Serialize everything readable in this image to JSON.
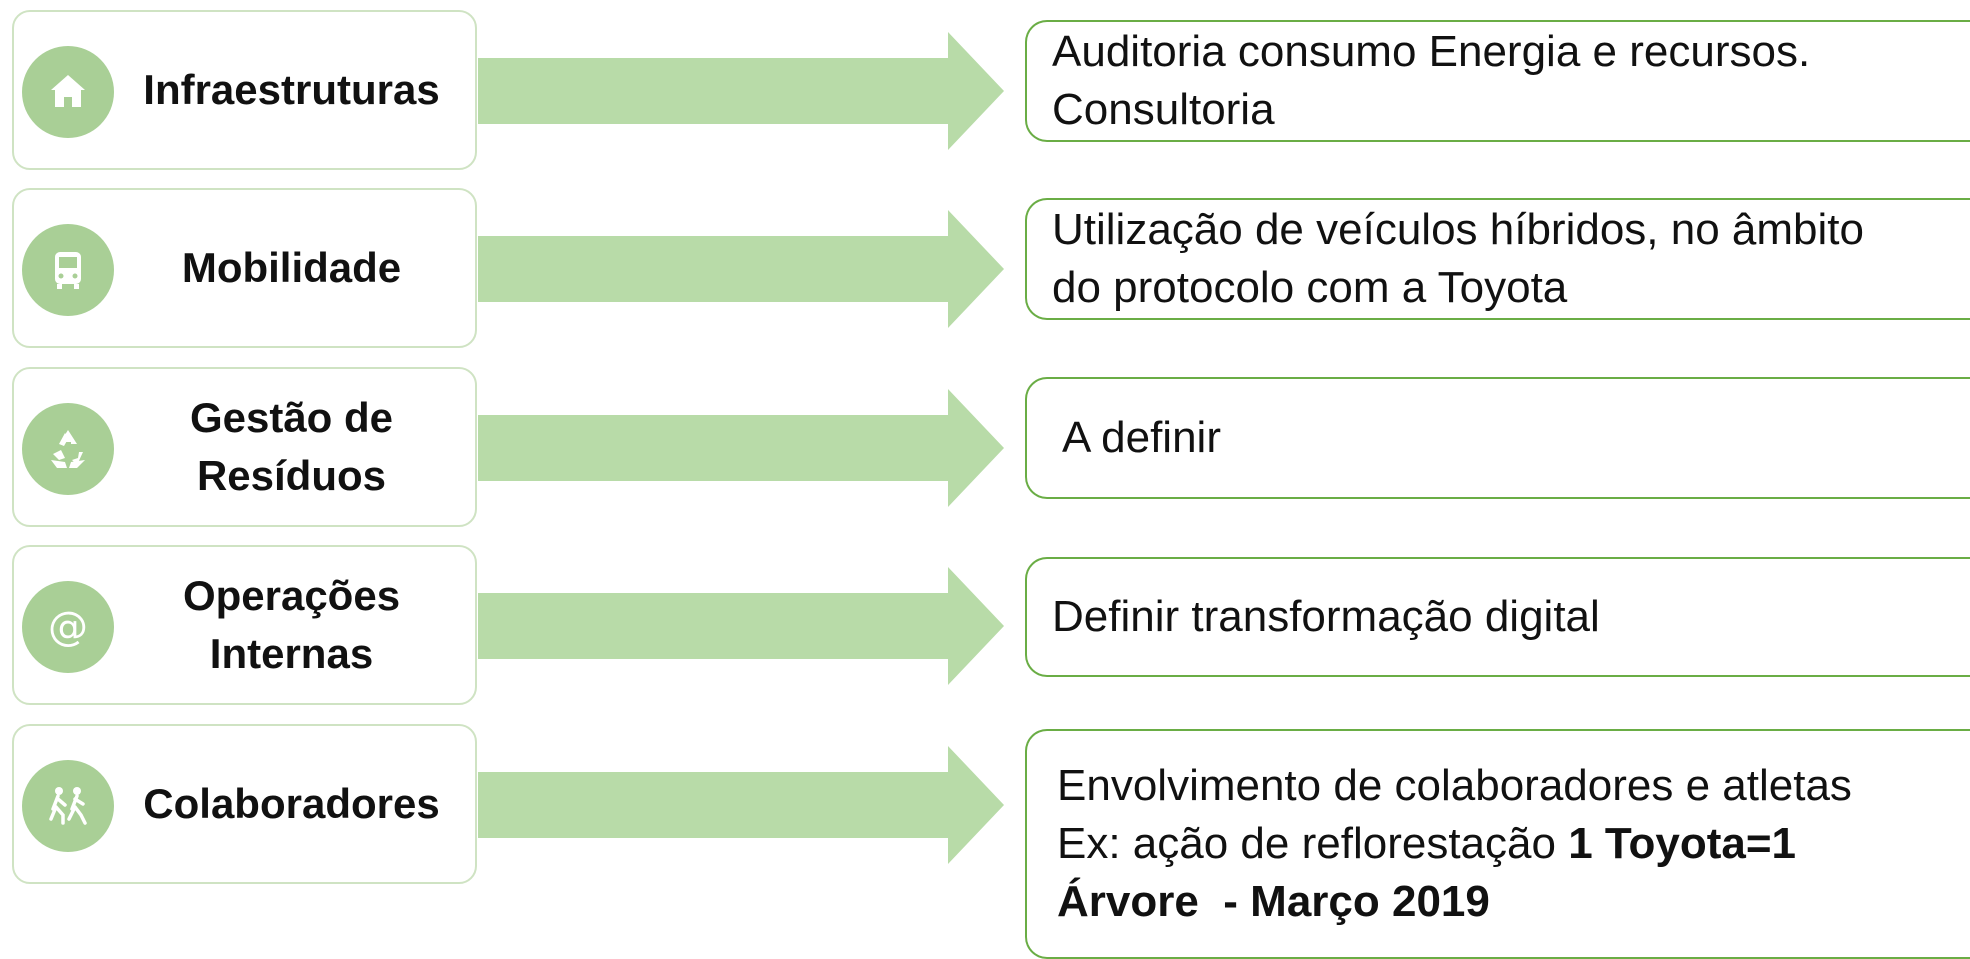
{
  "rows": [
    {
      "label": "Infraestruturas",
      "icon": "house-icon",
      "description": "Auditoria consumo Energia e recursos.\nConsultoria"
    },
    {
      "label": "Mobilidade",
      "icon": "bus-icon",
      "description": "Utilização de veículos híbridos, no âmbito\ndo protocolo com a Toyota"
    },
    {
      "label": "Gestão de\nResíduos",
      "icon": "recycle-icon",
      "description": "A definir"
    },
    {
      "label": "Operações\nInternas",
      "icon": "at-icon",
      "description": "Definir transformação digital"
    },
    {
      "label": "Colaboradores",
      "icon": "running-people-icon",
      "description_line1": "Envolvimento de colaboradores e atletas",
      "description_line2_prefix": "Ex: ação de reflorestação ",
      "description_line2_bold": "1 Toyota=1",
      "description_line3_bold": "Árvore  - Março 2019"
    }
  ],
  "colors": {
    "icon_fill": "#a9cf96",
    "arrow_fill": "#b8dba8",
    "desc_border": "#6aad45",
    "cat_border": "#cfe3c3"
  }
}
